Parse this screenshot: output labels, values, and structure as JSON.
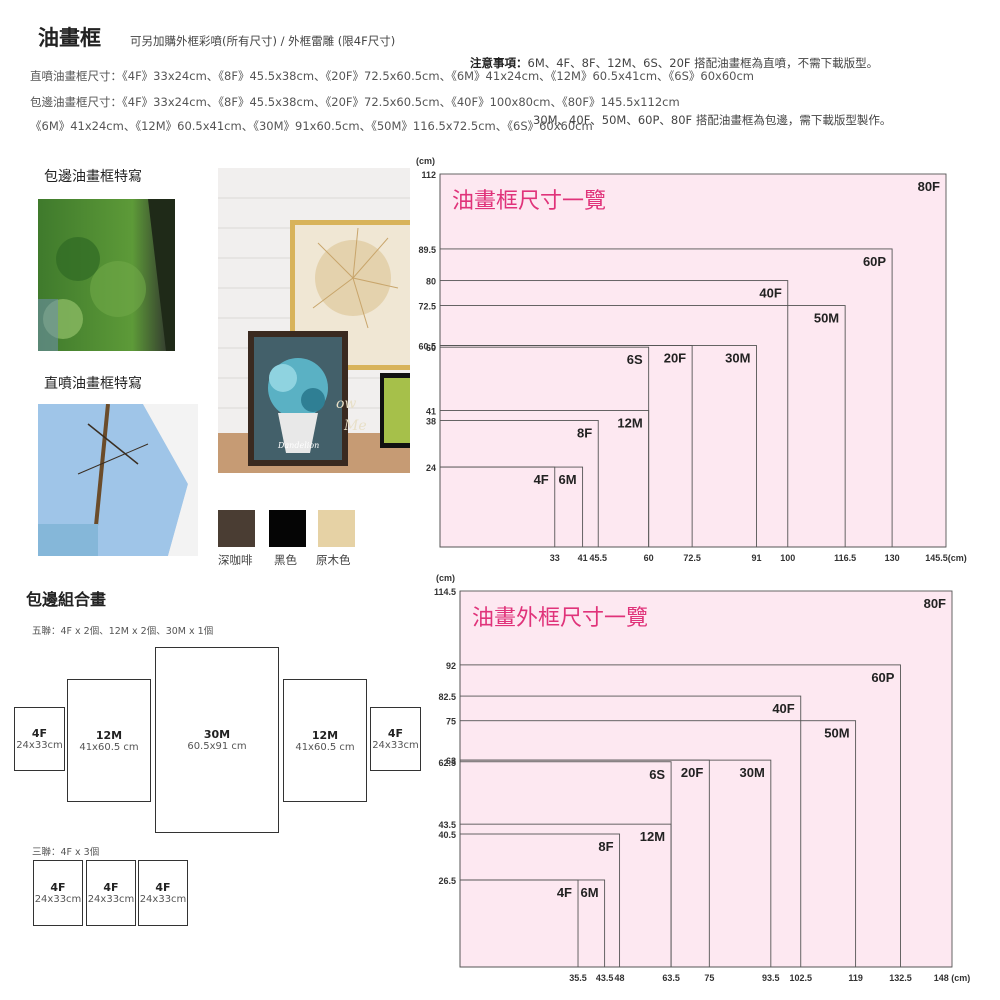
{
  "header": {
    "title": "油畫框",
    "subtitle": "可另加購外框彩噴(所有尺寸) / 外框雷雕 (限4F尺寸)",
    "note_label": "注意事項：",
    "note_line1": "6M、4F、8F、12M、6S、20F 搭配油畫框為直噴，不需下載版型。",
    "note_line2": "30M、40F、50M、60P、80F 搭配油畫框為包邊，需下載版型製作。"
  },
  "sizes": {
    "direct": "直噴油畫框尺寸：《4F》33x24cm、《8F》45.5x38cm、《20F》72.5x60.5cm、《6M》41x24cm、《12M》60.5x41cm、《6S》60x60cm",
    "wrap1": "包邊油畫框尺寸：《4F》33x24cm、《8F》45.5x38cm、《20F》72.5x60.5cm、《40F》100x80cm、《80F》145.5x112cm",
    "wrap2": "《6M》41x24cm、《12M》60.5x41cm、《30M》91x60.5cm、《50M》116.5x72.5cm、《6S》60x60cm"
  },
  "sections": {
    "wrap_closeup": "包邊油畫框特寫",
    "direct_closeup": "直噴油畫框特寫",
    "combo_title": "包邊組合畫",
    "five_set": "五聯：4F x 2個、12M x 2個、30M x 1個",
    "three_set": "三聯：4F x 3個"
  },
  "swatches": [
    {
      "label": "深咖啡",
      "color": "#4a3d33"
    },
    {
      "label": "黑色",
      "color": "#050505"
    },
    {
      "label": "原木色",
      "color": "#e6d2a5"
    }
  ],
  "mockup": {
    "script_text1": "ow",
    "script_text2": "Me",
    "script_text3": "Dandelion"
  },
  "combo_five": [
    {
      "name": "4F",
      "size": "24x33cm"
    },
    {
      "name": "12M",
      "size": "41x60.5 cm"
    },
    {
      "name": "30M",
      "size": "60.5x91 cm"
    },
    {
      "name": "12M",
      "size": "41x60.5 cm"
    },
    {
      "name": "4F",
      "size": "24x33cm"
    }
  ],
  "combo_three": [
    {
      "name": "4F",
      "size": "24x33cm"
    },
    {
      "name": "4F",
      "size": "24x33cm"
    },
    {
      "name": "4F",
      "size": "24x33cm"
    }
  ],
  "chart_data": [
    {
      "type": "nested-rect",
      "title": "油畫框尺寸一覽",
      "unit": "(cm)",
      "accent": "#e0337a",
      "fill": "#fde8f1",
      "xmax": 145.5,
      "ymax": 112,
      "y_ticks": [
        "112",
        "89.5",
        "80",
        "72.5",
        "60.5",
        "60",
        "41",
        "38",
        "24"
      ],
      "y_tick_vals": [
        112,
        89.5,
        80,
        72.5,
        60.5,
        60,
        41,
        38,
        24
      ],
      "x_ticks": [
        "33",
        "41",
        "45.5",
        "60",
        "72.5",
        "91",
        "100",
        "116.5",
        "130",
        "145.5(cm)"
      ],
      "x_tick_vals": [
        33,
        41,
        45.5,
        60,
        72.5,
        91,
        100,
        116.5,
        130,
        145.5
      ],
      "frames": [
        {
          "name": "80F",
          "w": 145.5,
          "h": 112
        },
        {
          "name": "60P",
          "w": 130,
          "h": 89.5
        },
        {
          "name": "40F",
          "w": 100,
          "h": 80
        },
        {
          "name": "50M",
          "w": 116.5,
          "h": 72.5
        },
        {
          "name": "30M",
          "w": 91,
          "h": 60.5
        },
        {
          "name": "20F",
          "w": 72.5,
          "h": 60.5
        },
        {
          "name": "6S",
          "w": 60,
          "h": 60
        },
        {
          "name": "12M",
          "w": 60,
          "h": 41
        },
        {
          "name": "8F",
          "w": 45.5,
          "h": 38
        },
        {
          "name": "6M",
          "w": 41,
          "h": 24
        },
        {
          "name": "4F",
          "w": 33,
          "h": 24
        }
      ]
    },
    {
      "type": "nested-rect",
      "title": "油畫外框尺寸一覽",
      "unit": "(cm)",
      "accent": "#e0337a",
      "fill": "#fde8f1",
      "xmax": 148,
      "ymax": 114.5,
      "y_ticks": [
        "114.5",
        "92",
        "82.5",
        "75",
        "63",
        "62.5",
        "43.5",
        "40.5",
        "26.5"
      ],
      "y_tick_vals": [
        114.5,
        92,
        82.5,
        75,
        63,
        62.5,
        43.5,
        40.5,
        26.5
      ],
      "x_ticks": [
        "35.5",
        "43.5",
        "48",
        "63.5",
        "75",
        "93.5",
        "102.5",
        "119",
        "132.5",
        "148 (cm)"
      ],
      "x_tick_vals": [
        35.5,
        43.5,
        48,
        63.5,
        75,
        93.5,
        102.5,
        119,
        132.5,
        148
      ],
      "frames": [
        {
          "name": "80F",
          "w": 148,
          "h": 114.5
        },
        {
          "name": "60P",
          "w": 132.5,
          "h": 92
        },
        {
          "name": "40F",
          "w": 102.5,
          "h": 82.5
        },
        {
          "name": "50M",
          "w": 119,
          "h": 75
        },
        {
          "name": "30M",
          "w": 93.5,
          "h": 63
        },
        {
          "name": "20F",
          "w": 75,
          "h": 63
        },
        {
          "name": "6S",
          "w": 63.5,
          "h": 62.5
        },
        {
          "name": "12M",
          "w": 63.5,
          "h": 43.5
        },
        {
          "name": "8F",
          "w": 48,
          "h": 40.5
        },
        {
          "name": "6M",
          "w": 43.5,
          "h": 26.5
        },
        {
          "name": "4F",
          "w": 35.5,
          "h": 26.5
        }
      ]
    }
  ]
}
